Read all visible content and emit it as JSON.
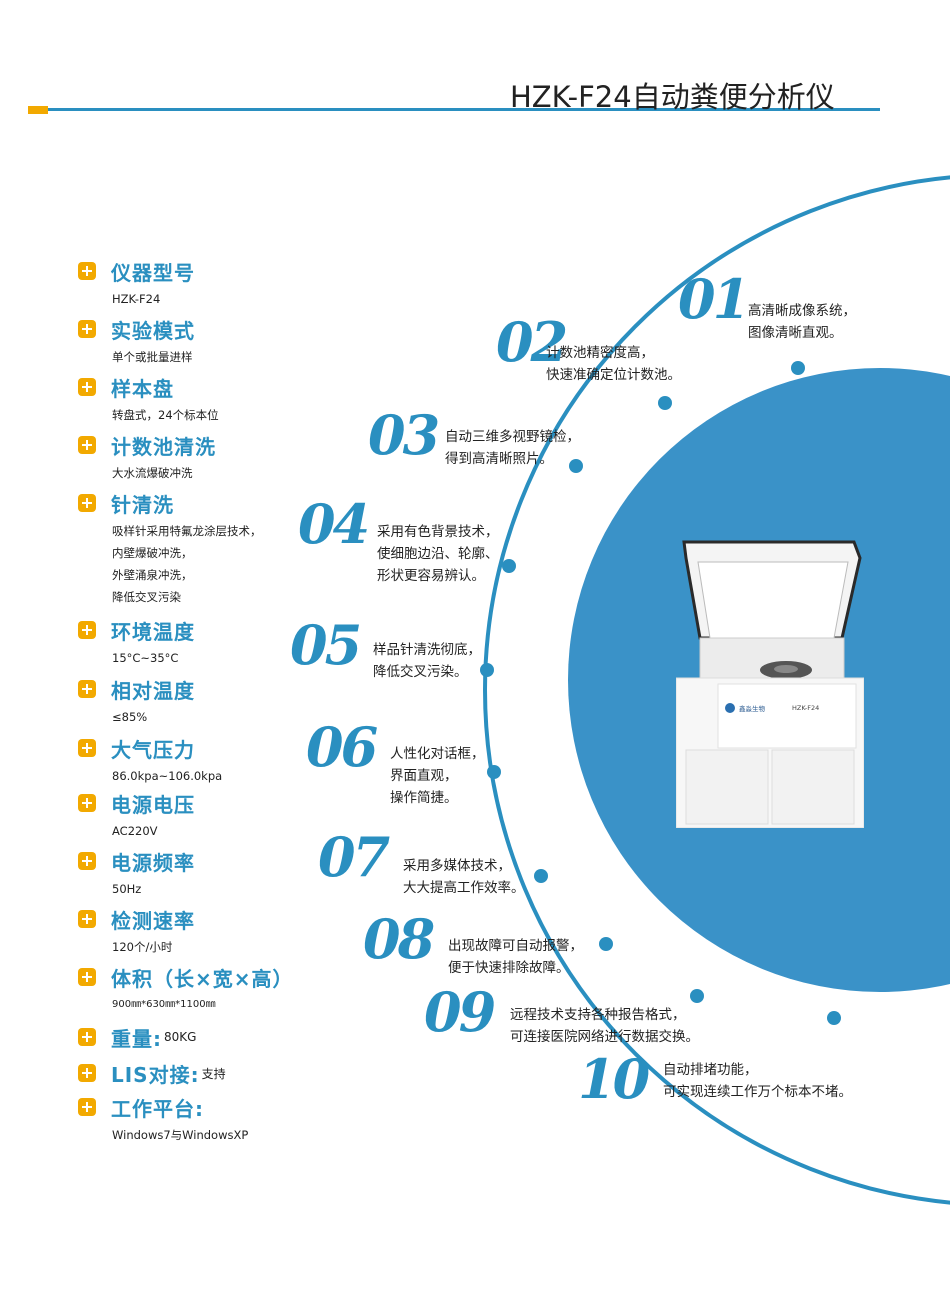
{
  "title": "HZK-F24自动粪便分析仪",
  "colors": {
    "accent": "#2a8fc0",
    "icon": "#f2a900",
    "circle": "#3a92c8"
  },
  "specs": [
    {
      "label": "仪器型号",
      "inline": "",
      "lines": [
        "HZK-F24"
      ]
    },
    {
      "label": "实验模式",
      "inline": "",
      "lines": [
        "单个或批量进样"
      ]
    },
    {
      "label": "样本盘",
      "inline": "",
      "lines": [
        "转盘式，24个标本位"
      ]
    },
    {
      "label": "计数池清洗",
      "inline": "",
      "lines": [
        "大水流爆破冲洗"
      ]
    },
    {
      "label": "针清洗",
      "inline": "",
      "lines": [
        "吸样针采用特氟龙涂层技术，",
        "内壁爆破冲洗，",
        "外壁涌泉冲洗，",
        "降低交叉污染"
      ]
    },
    {
      "label": "环境温度",
      "inline": "",
      "lines": [
        "15°C~35°C"
      ]
    },
    {
      "label": "相对温度",
      "inline": "",
      "lines": [
        "≤85%"
      ]
    },
    {
      "label": "大气压力",
      "inline": "",
      "lines": [
        "86.0kpa~106.0kpa"
      ]
    },
    {
      "label": "电源电压",
      "inline": "",
      "lines": [
        "AC220V"
      ]
    },
    {
      "label": "电源频率",
      "inline": "",
      "lines": [
        "50Hz"
      ]
    },
    {
      "label": "检测速率",
      "inline": "",
      "lines": [
        "120个/小时"
      ]
    },
    {
      "label": "体积（长×宽×高）",
      "inline": "",
      "lines": [
        "900㎜*630㎜*1100㎜"
      ]
    },
    {
      "label": "重量:",
      "inline": "80KG",
      "lines": []
    },
    {
      "label": "LIS对接:",
      "inline": "支持",
      "lines": []
    },
    {
      "label": "工作平台:",
      "inline": "",
      "lines": [
        "Windows7与WindowsXP"
      ]
    }
  ],
  "features": [
    {
      "num": "01",
      "lines": [
        "高清晰成像系统，",
        "图像清晰直观。"
      ]
    },
    {
      "num": "02",
      "lines": [
        "计数池精密度高，",
        "快速准确定位计数池。"
      ]
    },
    {
      "num": "03",
      "lines": [
        "自动三维多视野镜检，",
        "得到高清晰照片。"
      ]
    },
    {
      "num": "04",
      "lines": [
        "采用有色背景技术，",
        "使细胞边沿、轮廓、",
        "形状更容易辨认。"
      ]
    },
    {
      "num": "05",
      "lines": [
        "样品针清洗彻底，",
        "降低交叉污染。"
      ]
    },
    {
      "num": "06",
      "lines": [
        "人性化对话框，",
        "界面直观，",
        "操作简捷。"
      ]
    },
    {
      "num": "07",
      "lines": [
        "采用多媒体技术，",
        "大大提高工作效率。"
      ]
    },
    {
      "num": "08",
      "lines": [
        "出现故障可自动报警，",
        "便于快速排除故障。"
      ]
    },
    {
      "num": "09",
      "lines": [
        "远程技术支持各种报告格式，",
        "可连接医院网络进行数据交换。"
      ]
    },
    {
      "num": "10",
      "lines": [
        "自动排堵功能，",
        "可实现连续工作万个标本不堵。"
      ]
    }
  ],
  "device": {
    "brand": "鑫淼生物",
    "model": "HZK-F24"
  }
}
